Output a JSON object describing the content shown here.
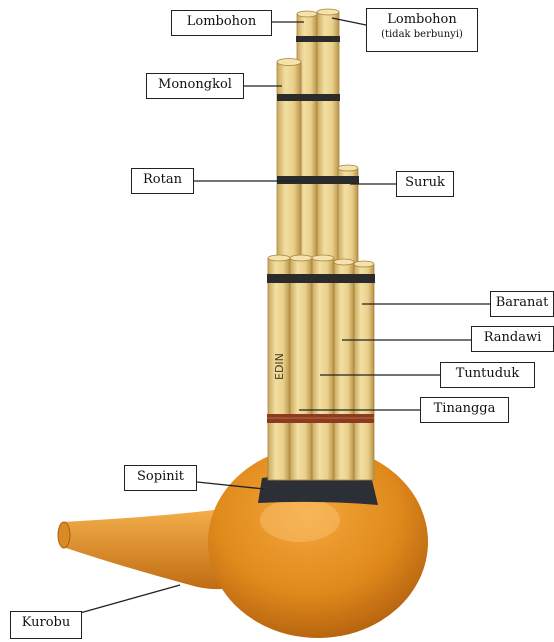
{
  "labels": {
    "lombohon_left": "Lombohon",
    "lombohon_right": "Lombohon",
    "lombohon_right_note": "(tidak berbunyi)",
    "monongkol": "Monongkol",
    "rotan": "Rotan",
    "suruk": "Suruk",
    "baranat": "Baranat",
    "randawi": "Randawi",
    "tuntuduk": "Tuntuduk",
    "tinangga": "Tinangga",
    "sopinit": "Sopinit",
    "kurobu": "Kurobu"
  },
  "pipe_marking": "EDIN",
  "colors": {
    "bamboo": "#e9cf8a",
    "bamboo_shadow": "#c9a85c",
    "rattan_band": "#2b2b2b",
    "tinangga_band": "#8a3b22",
    "gourd": "#e08a1c",
    "gourd_shadow": "#b25f0d",
    "sopinit_resin": "#2d2f36"
  }
}
